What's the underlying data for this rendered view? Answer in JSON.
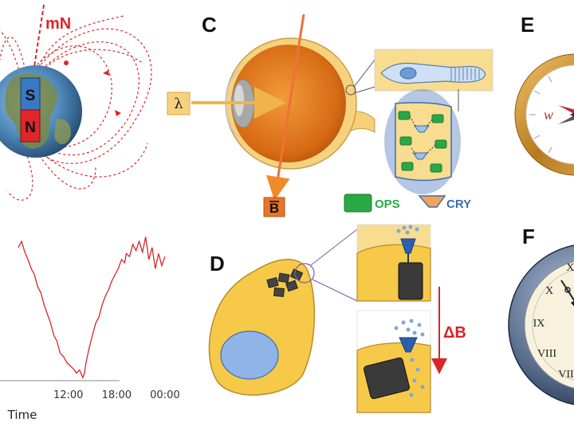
{
  "panels": {
    "C": "C",
    "D": "D",
    "E": "E",
    "F": "F"
  },
  "magnet": {
    "field_label": "mN",
    "south": "S",
    "north": "N"
  },
  "eye": {
    "light_label": "λ",
    "field_label": "B",
    "legend": {
      "ops": "OPS",
      "cry": "CRY"
    }
  },
  "cell": {
    "delta_label": "ΔB"
  },
  "compass": {
    "west_label": "w"
  },
  "clock": {
    "numerals": [
      "XII",
      "X",
      "IX",
      "VIII",
      "VII"
    ]
  },
  "colors": {
    "field_line": "#d8262a",
    "eye_orange": "#e07820",
    "retina_bg": "#f8dc90",
    "cell_yellow": "#f7c948",
    "ops_green": "#2aa845",
    "cry_blue": "#3a6fb0",
    "compass_gold": "#c78a2a",
    "clock_steel": "#5b6f8c"
  },
  "chart_data": {
    "type": "line",
    "title": "",
    "xlabel": "Time",
    "ylabel": "",
    "x_ticks": [
      "12:00",
      "18:00",
      "00:00"
    ],
    "x_tick_hours": [
      12,
      18,
      24
    ],
    "xlim": [
      5.5,
      24.5
    ],
    "ylim": [
      0,
      1
    ],
    "series": [
      {
        "name": "",
        "x": [
          5.8,
          6.2,
          6.6,
          7.0,
          7.4,
          7.8,
          8.2,
          8.6,
          9.0,
          9.4,
          9.8,
          10.2,
          10.6,
          11.0,
          11.4,
          11.8,
          12.2,
          12.6,
          13.0,
          13.4,
          13.8,
          14.0,
          14.2,
          14.6,
          15.0,
          15.4,
          15.8,
          16.2,
          16.6,
          17.0,
          17.4,
          17.8,
          18.2,
          18.6,
          19.0,
          19.2,
          19.6,
          20.0,
          20.4,
          20.8,
          21.2,
          21.6,
          22.0,
          22.4,
          22.8,
          23.2,
          23.6,
          24.0
        ],
        "values": [
          0.88,
          0.92,
          0.85,
          0.8,
          0.74,
          0.7,
          0.62,
          0.58,
          0.5,
          0.44,
          0.38,
          0.3,
          0.26,
          0.18,
          0.16,
          0.12,
          0.1,
          0.08,
          0.05,
          0.07,
          0.02,
          0.05,
          0.12,
          0.22,
          0.3,
          0.38,
          0.42,
          0.5,
          0.56,
          0.6,
          0.66,
          0.7,
          0.74,
          0.8,
          0.78,
          0.84,
          0.82,
          0.9,
          0.86,
          0.92,
          0.85,
          0.95,
          0.8,
          0.88,
          0.74,
          0.84,
          0.76,
          0.82
        ]
      }
    ]
  }
}
